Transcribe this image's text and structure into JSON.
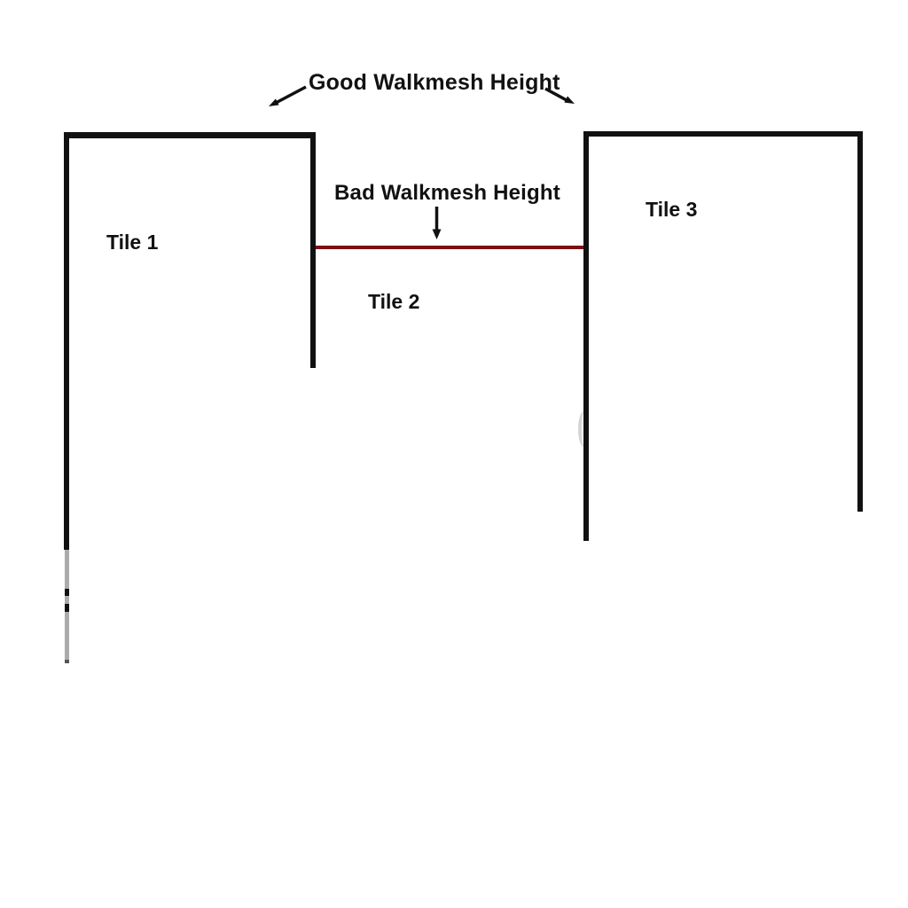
{
  "diagram": {
    "good_label": "Good Walkmesh Height",
    "bad_label": "Bad Walkmesh Height",
    "tiles": [
      {
        "label": "Tile 1"
      },
      {
        "label": "Tile 2"
      },
      {
        "label": "Tile 3"
      }
    ],
    "annotations": {
      "good_arrow_left": "arrow-to-tile1-top",
      "good_arrow_right": "arrow-to-tile3-top",
      "bad_arrow": "arrow-down-to-bad-line"
    },
    "colors": {
      "line": "#111111",
      "bad_line": "#7d1013",
      "faded_line": "#ababab",
      "background": "#ffffff"
    }
  }
}
